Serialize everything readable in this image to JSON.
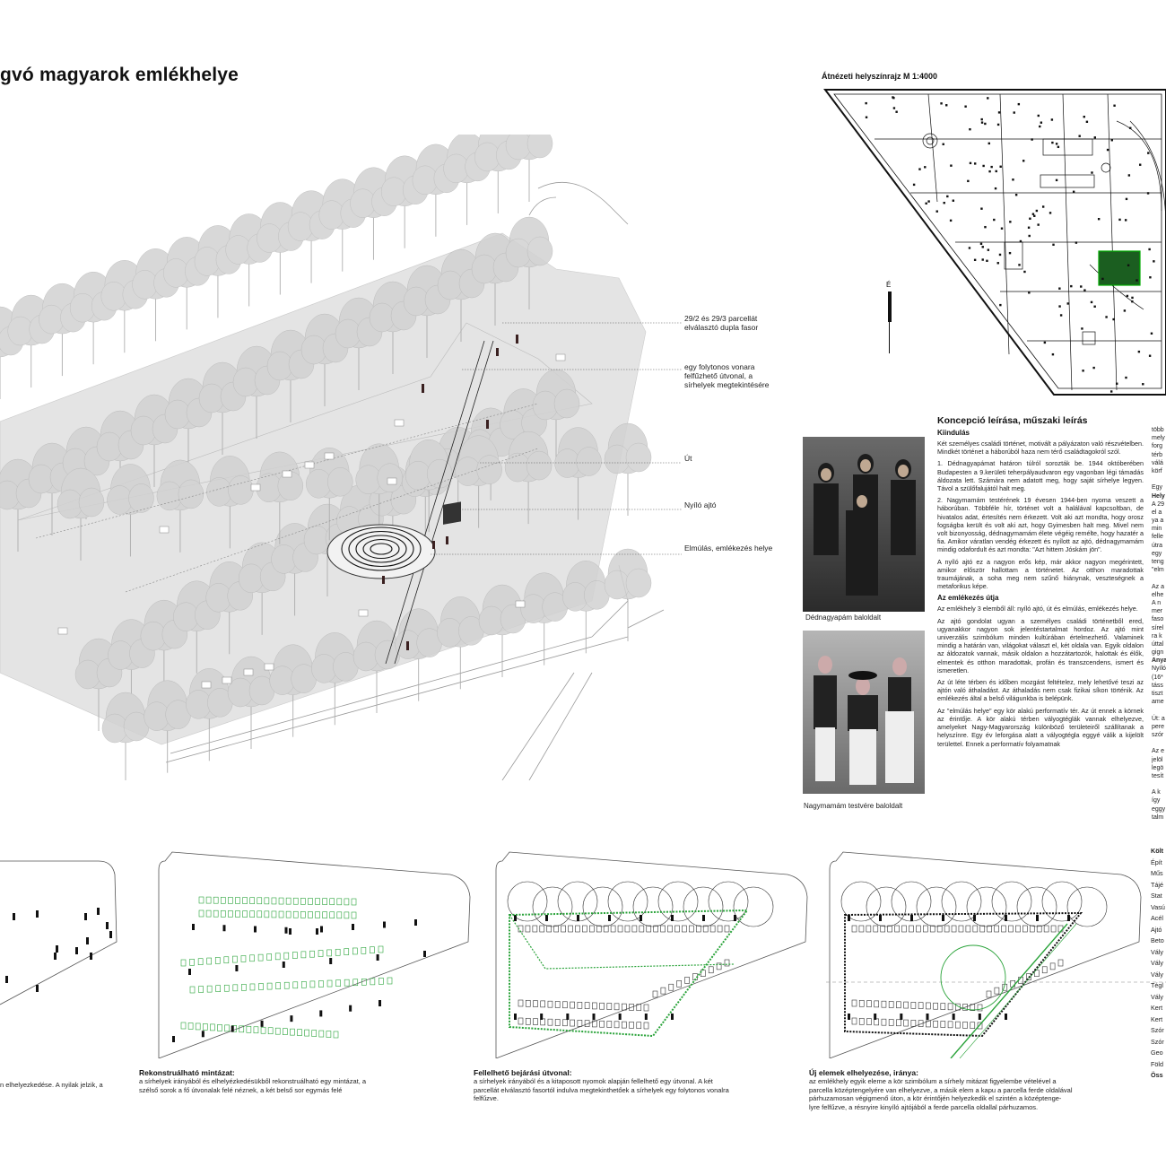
{
  "title": "gvó magyarok emlékhelye",
  "plan": {
    "annotations": [
      [
        "29/2 és 29/3 parcellát",
        "elválasztó dupla fasor"
      ],
      [
        "egy folytonos vonara",
        "felfűzhető útvonal, a",
        "sírhelyek megtekintésére"
      ],
      [
        "Út"
      ],
      [
        "Nyíló ajtó"
      ],
      [
        "Elmúlás, emlékezés helye"
      ]
    ]
  },
  "site_map": {
    "title": "Átnézeti helyszínrajz M 1:4000",
    "north": "É"
  },
  "concept": {
    "heading": "Koncepció leírása, műszaki leírás",
    "subheading_1": "Kiindulás",
    "paragraphs_1": [
      "Két személyes családi történet, motivált a pályázaton való részvételben. Mindkét történet a háborúból haza nem térő családtagokról szól.",
      "1. Dédnagyapámat határon túlról sorozták be. 1944 októberében Budapesten a 9.kerületi teherpályaudvaron egy vagonban légi támadás áldozata lett. Számára nem adatott meg, hogy saját sírhelye legyen. Távol a szülőfalujától halt meg.",
      "2. Nagymamám testérének 19 évesen 1944-ben nyoma veszett a háborúban. Többféle hír, történet volt a halálával kapcsoltban, de hivatalos adat, értesítés nem érkezett. Volt aki azt mondta, hogy orosz fogságba került és volt aki azt, hogy Gyimesben halt meg. Mivel nem volt bizonyosság, dédnagymamám élete végéig remélte, hogy hazatér a fia. Amikor váratlan vendég érkezett és nyílott az ajtó, dédnagymamám mindig odafordult és azt mondta: \"Azt hittem Jóskám jön\".",
      "A nyíló ajtó ez a nagyon erős kép, már akkor nagyon megérintett, amikor először hallottam a történetet. Az otthon maradottak traumájának, a soha meg nem szűnő hiánynak, veszteségnek a metaforikus képe."
    ],
    "subheading_2": "Az emlékezés útja",
    "paragraphs_2": [
      "Az emlékhely 3 elemből áll: nyíló ajtó, út és elmúlás, emlékezés helye.",
      "Az ajtó gondolat ugyan a személyes családi történetből ered, ugyanakkor nagyon sok jelentéstartalmat hordoz. Az ajtó mint univerzális szimbólum minden kultúrában értelmezhető. Valaminek mindig a határán van, világokat választ el, két oldala van. Egyik oldalon az áldozatok vannak, másik oldalon a hozzátartozók, halottak és élők, elmentek és otthon maradottak, profán és transzcendens, ismert és ismeretlen.",
      "Az út léte térben és időben mozgást feltételez, mely lehetővé teszi az ajtón való áthaladást. Az áthaladás nem csak fizikai síkon történik. Az emlékezés által a belső világunkba is belépünk.",
      "Az \"elmúlás helye\" egy kör alakú performatív tér. Az út ennek a körnek az érintője. A kör alakú térben vályogtéglák vannak elhelyezve, amelyeket Nagy-Magyarország különböző területeiről szállítanak a helyszínre. Egy év leforgása alatt a vályogtégla eggyé válik a kijelölt területtel. Ennek a performatív folyamatnak"
    ],
    "photo_captions": [
      "Dédnagyapám baloldalt",
      "Nagymamám testvére baloldalt"
    ]
  },
  "right_column_cut": [
    "több",
    "mely",
    "forg",
    "térb",
    "válá",
    "körf",
    "",
    "Egy",
    "Hely",
    "A 29",
    "el a",
    "ya a",
    "min",
    "felle",
    "útra",
    "egy",
    "teng",
    "\"elm",
    "",
    "Az a",
    "elhe",
    "A n",
    "mer",
    "faso",
    "sírel",
    "ra k",
    "úttal",
    "gign",
    "Anya",
    "Nyíló",
    "(16*",
    "táss",
    "tiszt",
    "ame",
    "",
    "Út: a",
    "pere",
    "szór",
    "",
    "Az e",
    "jelöl",
    "legö",
    "tesít",
    "",
    "A k",
    "így",
    "eggy",
    "talm"
  ],
  "cost_labels": [
    "Költ",
    "Épít",
    "Műs",
    "Tájé",
    "Stat",
    "Vasú",
    "Acél",
    "Ajtó",
    "Beto",
    "Vály",
    "Vály",
    "Vály",
    "Tégl",
    "Vály",
    "Kert",
    "Kert",
    "Szór",
    "Szór",
    "Geo",
    "Föld",
    "Öss"
  ],
  "diagrams": [
    {
      "heading": "",
      "text": [
        "n elhelyezkedése. A nyilak jelzik, a"
      ]
    },
    {
      "heading": "Rekonstruálható mintázat:",
      "text": [
        "a sírhelyek irányából és elhelyézkedésükből rekonstruálható egy mintázat, a",
        "szélső sorok a fő útvonalak felé néznek, a két belső sor egymás felé"
      ]
    },
    {
      "heading": "Fellelhető bejárási útvonal:",
      "text": [
        "a sírhelyek irányából és a kitaposott nyomok alapján fellelhető egy útvonal. A két",
        "parcellát elválasztó fasortól indulva megtekinthetőek a sírhelyek egy folytonos vonalra",
        "felfűzve."
      ]
    },
    {
      "heading": "Új elemek elhelyezése, iránya:",
      "text": [
        "az emlékhely egyik eleme a kör szimbólum a sírhely mitázat figyelembe vételével a",
        "parcella középtengelyére van elhelyezve, a másik elem a kapu a parcella ferde oldalával",
        "párhuzamosan végigmenő úton, a kör érintőjén helyezkedik el szintén a középtenge-",
        "lyre felfűzve, a résnyire kinyíló ajtójából a ferde parcella oldallal párhuzamos."
      ]
    }
  ],
  "colors": {
    "green": "#2aa33a",
    "dark": "#111111",
    "trees": "#c8c8c8",
    "ground": "#e6e6e6"
  }
}
